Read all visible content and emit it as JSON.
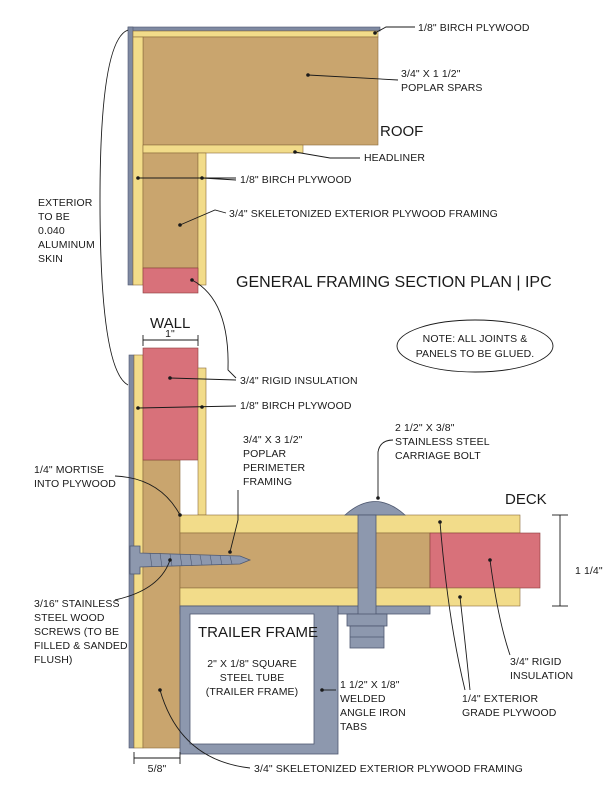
{
  "title": "GENERAL FRAMING SECTION PLAN | IPC",
  "note": "NOTE: ALL JOINTS & PANELS TO BE GLUED.",
  "note_lines": [
    "NOTE: ALL JOINTS &",
    "PANELS TO BE GLUED."
  ],
  "sections": {
    "roof": "ROOF",
    "wall": "WALL",
    "deck": "DECK",
    "trailer_frame": "TRAILER FRAME"
  },
  "dimensions": {
    "wall_insulation_width": "1\"",
    "deck_thickness": "1 1/4\"",
    "wall_framing_width": "5/8\""
  },
  "labels": {
    "roof_ply_top": "1/8\" BIRCH PLYWOOD",
    "poplar_spars": [
      "3/4\" X 1 1/2\"",
      "POPLAR SPARS"
    ],
    "headliner": "HEADLINER",
    "roof_ply_side": "1/8\" BIRCH PLYWOOD",
    "skeleton_top": "3/4\" SKELETONIZED EXTERIOR PLYWOOD FRAMING",
    "exterior_skin": [
      "EXTERIOR",
      "TO BE",
      "0.040",
      "ALUMINUM",
      "SKIN"
    ],
    "rigid_insulation_wall": "3/4\" RIGID INSULATION",
    "wall_ply": "1/8\" BIRCH PLYWOOD",
    "perimeter_framing": [
      "3/4\" X 3 1/2\"",
      "POPLAR",
      "PERIMETER",
      "FRAMING"
    ],
    "carriage_bolt": [
      "2 1/2\" X 3/8\"",
      "STAINLESS STEEL",
      "CARRIAGE BOLT"
    ],
    "mortise": [
      "1/4\" MORTISE",
      "INTO PLYWOOD"
    ],
    "wood_screws": [
      "3/16\" STAINLESS",
      "STEEL WOOD",
      "SCREWS (TO BE",
      "FILLED & SANDED",
      "FLUSH)"
    ],
    "square_tube": [
      "2\" X 1/8\" SQUARE",
      "STEEL TUBE",
      "(TRAILER FRAME)"
    ],
    "angle_iron": [
      "1 1/2\" X 1/8\"",
      "WELDED",
      "ANGLE IRON",
      "TABS"
    ],
    "rigid_insulation_deck": [
      "3/4\" RIGID",
      "INSULATION"
    ],
    "deck_ply": [
      "1/4\" EXTERIOR",
      "GRADE PLYWOOD"
    ],
    "skeleton_bottom": "3/4\" SKELETONIZED EXTERIOR PLYWOOD FRAMING"
  },
  "colors": {
    "wood": "#c9a56e",
    "birch_plywood": "#f2dc8a",
    "insulation": "#d8717a",
    "aluminum_steel": "#8d98ae"
  }
}
